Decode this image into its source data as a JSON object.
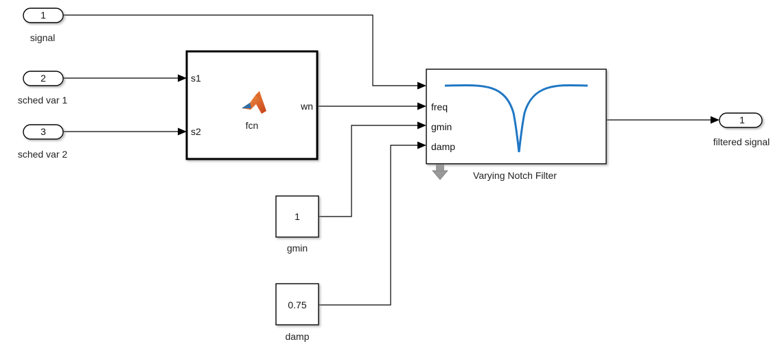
{
  "inports": [
    {
      "number": "1",
      "name": "signal"
    },
    {
      "number": "2",
      "name": "sched var 1"
    },
    {
      "number": "3",
      "name": "sched var 2"
    }
  ],
  "fcn_block": {
    "name": "fcn",
    "inputs": [
      "s1",
      "s2"
    ],
    "output": "wn",
    "icon": "matlab-logo-icon"
  },
  "notch_block": {
    "name": "Varying Notch Filter",
    "inputs": [
      "freq",
      "gmin",
      "damp"
    ],
    "icon": "notch-response-icon",
    "curve_color": "#1f77c4"
  },
  "constants": [
    {
      "value": "1",
      "name": "gmin"
    },
    {
      "value": "0.75",
      "name": "damp"
    }
  ],
  "outport": {
    "number": "1",
    "name": "filtered signal"
  }
}
